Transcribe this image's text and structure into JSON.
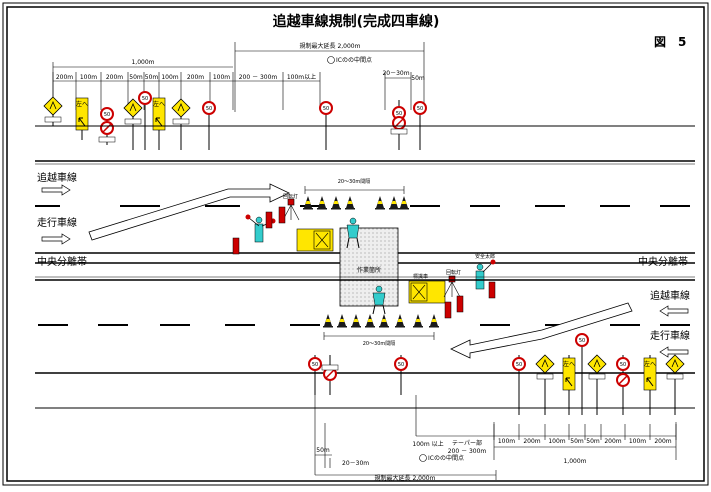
{
  "title": "追越車線規制(完成四車線)",
  "figure_label": "図　5",
  "top": {
    "max_length": "規制最大延長 2,000m",
    "midpoint": "ICのの中間点",
    "total": "1,000m",
    "segments": [
      "200m",
      "100m",
      "200m",
      "50m",
      "50m",
      "100m",
      "200m",
      "100m",
      "200 － 300m",
      "100m以上"
    ],
    "right_range": "20－30m",
    "right_50": "50m"
  },
  "bottom": {
    "max_length": "規制最大延長 2,000m",
    "midpoint": "ICのの中間点",
    "total": "1,000m",
    "segments": [
      "100m",
      "200m",
      "100m",
      "50m",
      "50m",
      "200m",
      "100m",
      "200m"
    ],
    "taper": "テーパー部",
    "taper_100": "100m 以上",
    "taper_range": "200 － 300m",
    "left_50": "50m",
    "left_range": "20－30m"
  },
  "labels": {
    "passing_lane_left": "追越車線",
    "driving_lane_left": "走行車線",
    "passing_lane_right": "追越車線",
    "driving_lane_right": "走行車線",
    "median_left": "中央分離帯",
    "median_right": "中央分離帯",
    "work_area": "作業箇所",
    "cone_spacing_top": "20～30m間隔",
    "cone_spacing_bottom": "20～30m間隔",
    "rotating_light_top": "回転灯",
    "rotating_light_bottom": "回転灯",
    "sign_board": "標識車",
    "safety": "安全太郎",
    "sign_left": "左へ",
    "speed": "50"
  },
  "colors": {
    "cone": "#1a1a1a",
    "yellow": "#ffe600",
    "worker": "#33cccc",
    "red": "#cc0000"
  }
}
